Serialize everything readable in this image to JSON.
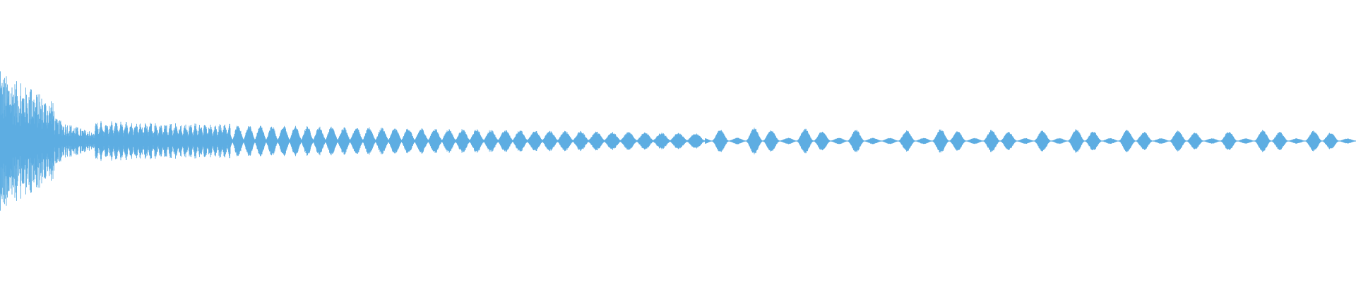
{
  "waveform": {
    "color": "#5dade2",
    "background": "#ffffff",
    "envelope_segments": [
      {
        "from": 0.0,
        "to": 0.04,
        "start_level": 0.55,
        "end_level": 0.3,
        "style": "noise"
      },
      {
        "from": 0.04,
        "to": 0.07,
        "start_level": 0.18,
        "end_level": 0.06,
        "style": "noise"
      },
      {
        "from": 0.07,
        "to": 0.17,
        "start_level": 0.16,
        "end_level": 0.14,
        "style": "dense-pulses"
      },
      {
        "from": 0.17,
        "to": 0.52,
        "start_level": 0.13,
        "end_level": 0.06,
        "style": "pulses"
      },
      {
        "from": 0.52,
        "to": 1.0,
        "start_level": 0.09,
        "end_level": 0.07,
        "style": "sparse-pulses"
      }
    ]
  }
}
